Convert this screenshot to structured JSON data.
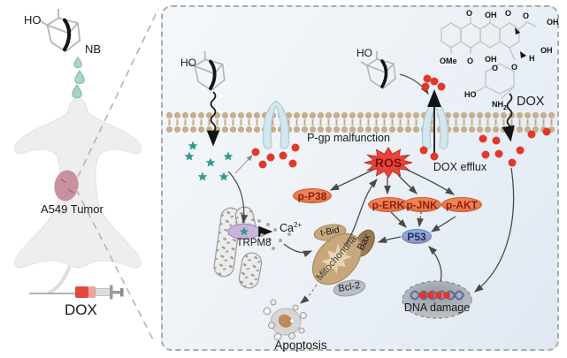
{
  "left_panel": {
    "ho": "HO",
    "nb": "NB",
    "tumor_label": "A549 Tumor",
    "dox_label": "DOX"
  },
  "cell_panel": {
    "ho_left": "HO",
    "ho_right": "HO",
    "pgp": "P-gp malfunction",
    "dox_efflux": "DOX efflux",
    "dox": "DOX",
    "ros": "ROS",
    "p_p38": "p-P38",
    "p_erk": "p-ERK",
    "p_jnk": "p-JNK",
    "p_akt": "p-AKT",
    "p53": "P53",
    "trpm8": "TRPM8",
    "ca_base": "Ca",
    "ca_sup": "2+",
    "t_bid": "t-Bid",
    "bax": "Bax",
    "bcl2": "Bcl-2",
    "mitochondria": "Mitochondria",
    "dna_damage": "DNA damage",
    "apoptosis": "Apoptosis"
  },
  "chem": {
    "o": "O",
    "oh": "OH",
    "ho": "HO",
    "ome": "OMe",
    "h": "H",
    "nh": "NH",
    "two": "2"
  },
  "colors": {
    "red_dot": "#e2382c",
    "nb_star": "#2d9b8d",
    "ros_burst": "#e8443c",
    "kinase_pill": "#ee8455",
    "p53_pill": "#8fabd9",
    "membrane": "#c7af8b",
    "mitochondria": "#c7a87d",
    "trpm8_oval": "#c9b4dc",
    "tumor": "#c9909e",
    "droplet": "#a9d6c4"
  }
}
